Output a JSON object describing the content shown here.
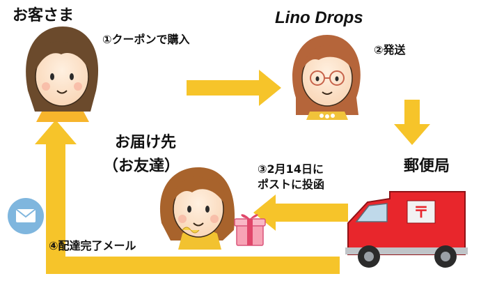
{
  "nodes": {
    "customer": "お客さま",
    "shop": "Lino Drops",
    "friend_line1": "お届け先",
    "friend_line2": "（お友達）",
    "post_office": "郵便局"
  },
  "steps": {
    "step1": "①クーポンで購入",
    "step2": "②発送",
    "step3_line1": "③2月14日に",
    "step3_line2": "ポストに投函",
    "step4": "④配達完了メール"
  },
  "postbox_mark": "〒",
  "colors": {
    "arrow": "#f6c42a",
    "van": "#e8262c",
    "mail_badge": "#7fb6de",
    "hair_customer": "#6b4a2c",
    "hair_friend": "#a8632c",
    "skin": "#fde6cf"
  },
  "icons": [
    "envelope-icon",
    "gift-icon",
    "mail-van-icon"
  ]
}
